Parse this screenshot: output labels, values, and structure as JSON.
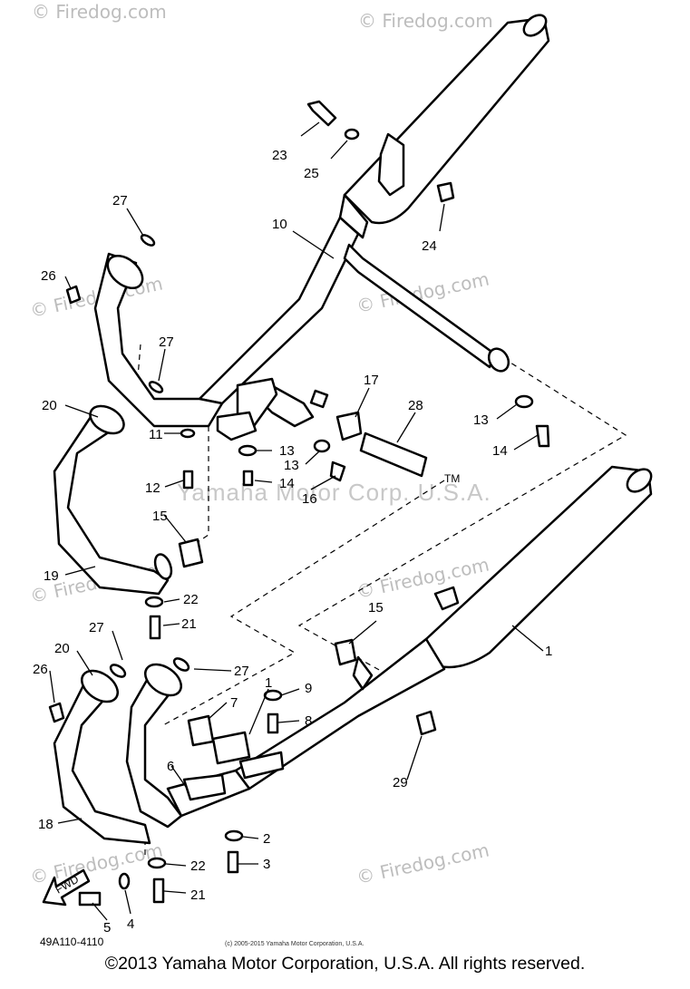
{
  "watermarks": {
    "firedog": "© Firedog.com",
    "tm_notice": "Yamaha Motor Corp. U.S.A.",
    "tm_mark": "TM"
  },
  "callouts": {
    "c1": "1",
    "c2": "2",
    "c3": "3",
    "c4": "4",
    "c5": "5",
    "c6": "6",
    "c7": "7",
    "c8": "8",
    "c9": "9",
    "c10": "10",
    "c11": "11",
    "c12": "12",
    "c13a": "13",
    "c13b": "13",
    "c13c": "13",
    "c14a": "14",
    "c14b": "14",
    "c15a": "15",
    "c15b": "15",
    "c16": "16",
    "c17": "17",
    "c18": "18",
    "c19": "19",
    "c20a": "20",
    "c20b": "20",
    "c21a": "21",
    "c21b": "21",
    "c22a": "22",
    "c22b": "22",
    "c23": "23",
    "c24": "24",
    "c25": "25",
    "c26a": "26",
    "c26b": "26",
    "c27a": "27",
    "c27b": "27",
    "c27c": "27",
    "c27d": "27",
    "c28": "28",
    "c29": "29"
  },
  "fwd_label": "FWD",
  "drawing_code": "49A110-4110",
  "small_copyright": "(c) 2005-2015 Yamaha Motor Corporation, U.S.A.",
  "copyright": "©2013 Yamaha Motor Corporation, U.S.A. All rights reserved."
}
